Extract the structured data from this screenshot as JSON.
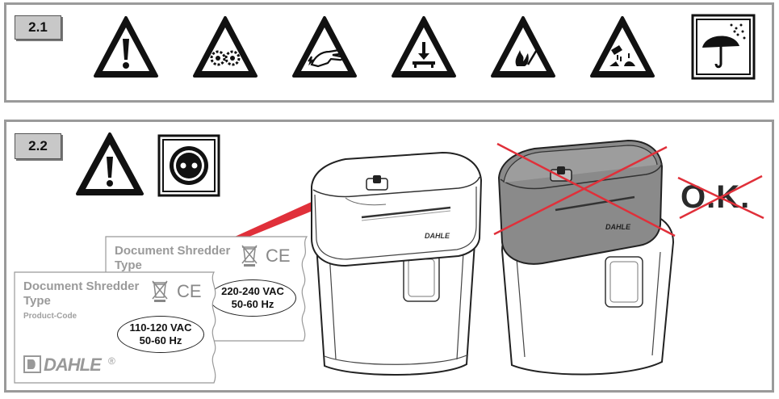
{
  "section1": {
    "badge": "2.1"
  },
  "section2": {
    "badge": "2.2"
  },
  "section1_icons": [
    "general-warning-icon",
    "gears-entanglement-icon",
    "hand-injury-icon",
    "falling-object-icon",
    "flammable-icon",
    "corrosive-chemical-icon",
    "keep-dry-umbrella-icon"
  ],
  "label_back": {
    "title_line1": "Document Shredder",
    "title_line2": "Type",
    "voltage_line1": "220-240 VAC",
    "voltage_line2": "50-60 Hz"
  },
  "label_front": {
    "title_line1": "Document Shredder",
    "title_line2": "Type",
    "product_code": "Product-Code",
    "voltage_line1": "110-120 VAC",
    "voltage_line2": "50-60 Hz",
    "brand": "DAHLE",
    "registered": "®",
    "ce_mark": "CE"
  },
  "shredder_brand": "DAHLE",
  "not_ok_text": "O.K.",
  "colors": {
    "panel_border": "#9a9a9a",
    "badge_bg": "#c8c8c8",
    "prohibition": "#e0303a",
    "label_text": "#9a9a9a"
  }
}
